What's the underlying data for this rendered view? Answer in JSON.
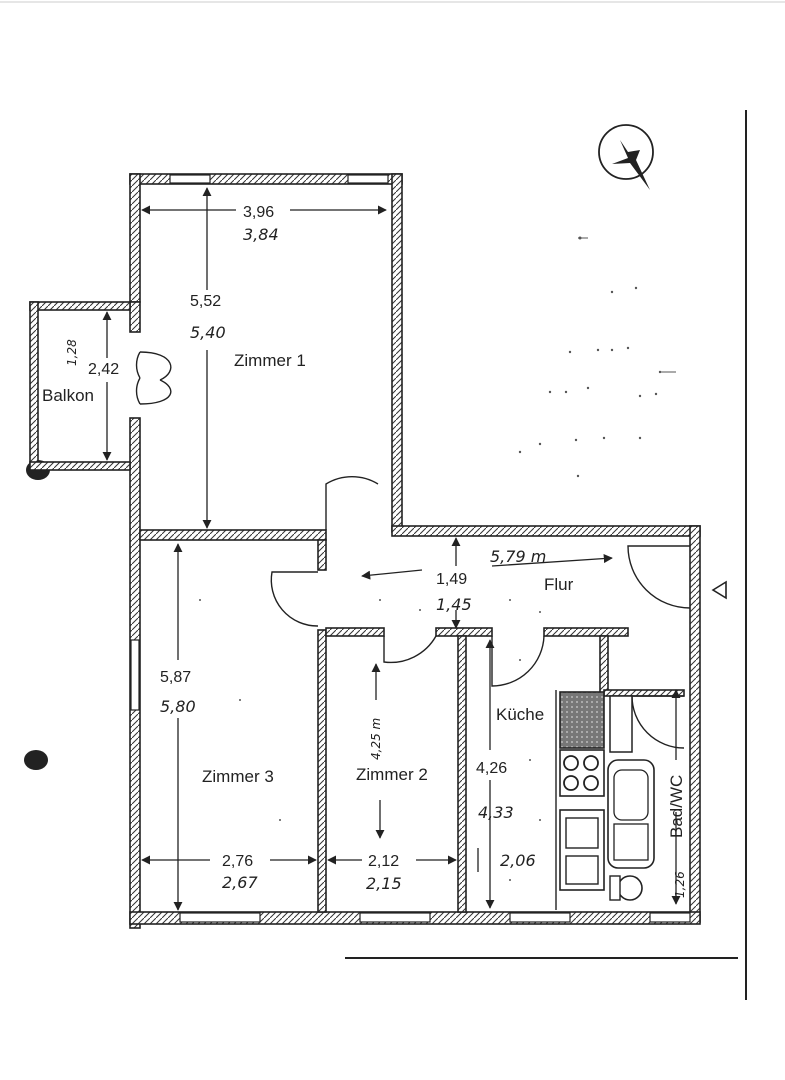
{
  "plan": {
    "rooms": {
      "zimmer1": {
        "label": "Zimmer 1",
        "width_printed": "3,96",
        "width_hand": "3,84",
        "depth_printed": "5,52",
        "depth_hand": "5,40"
      },
      "balkon": {
        "label": "Balkon",
        "depth_printed": "2,42",
        "width_hand": "1,28"
      },
      "flur": {
        "label": "Flur",
        "length_hand": "5,79 m",
        "width_printed": "1,49",
        "width_hand": "1,45"
      },
      "zimmer3": {
        "label": "Zimmer 3",
        "depth_printed": "5,87",
        "depth_hand": "5,80",
        "width_printed": "2,76",
        "width_hand": "2,67"
      },
      "zimmer2": {
        "label": "Zimmer 2",
        "depth_hand": "4,25 m",
        "width_printed": "2,12",
        "width_hand": "2,15"
      },
      "kueche": {
        "label": "Küche",
        "depth_printed": "4,26",
        "depth_hand": "4,33",
        "width_hand": "2,06"
      },
      "bad": {
        "label": "Bad/WC",
        "width_hand": "1,26"
      }
    }
  }
}
